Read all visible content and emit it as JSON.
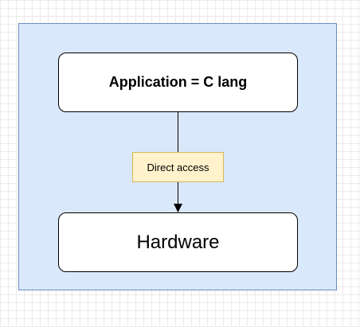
{
  "diagram": {
    "nodes": {
      "application": {
        "label": "Application = C lang"
      },
      "hardware": {
        "label": "Hardware"
      }
    },
    "edge": {
      "label": "Direct access"
    }
  },
  "colors": {
    "container_fill": "#dae8fc",
    "container_stroke": "#6c8ebf",
    "label_fill": "#fff2cc",
    "label_stroke": "#d6b656"
  }
}
